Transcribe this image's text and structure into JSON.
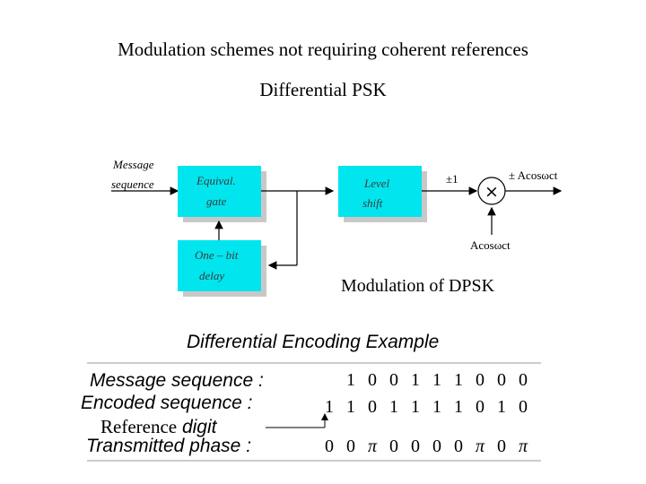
{
  "slide": {
    "title": "Modulation schemes not requiring coherent references",
    "subtitle": "Differential PSK"
  },
  "diagram": {
    "input_label_line1": "Message",
    "input_label_line2": "sequence",
    "blocks": {
      "equiv_gate_line1": "Equival.",
      "equiv_gate_line2": "gate",
      "level_shift_line1": "Level",
      "level_shift_line2": "shift",
      "delay_line1": "One – bit",
      "delay_line2": "delay"
    },
    "level_out_label": "±1",
    "mixer_symbol": "×",
    "output_label": "± Acosωct",
    "carrier_label": "Acosωct",
    "block_color": "#00e5ee",
    "caption": "Modulation of DPSK"
  },
  "encoding": {
    "title": "Differential Encoding Example",
    "rows": [
      {
        "label": "Message sequence :",
        "values": [
          "",
          "1",
          "0",
          "0",
          "1",
          "1",
          "1",
          "0",
          "0",
          "0"
        ]
      },
      {
        "label": "Encoded sequence :",
        "values": [
          "1",
          "1",
          "0",
          "1",
          "1",
          "1",
          "1",
          "0",
          "1",
          "0"
        ]
      },
      {
        "label_roman": "Reference",
        "label_italic": "digit",
        "values": []
      },
      {
        "label": "Transmitted phase :",
        "values": [
          "0",
          "0",
          "π",
          "0",
          "0",
          "0",
          "0",
          "π",
          "0",
          "π"
        ]
      }
    ]
  }
}
